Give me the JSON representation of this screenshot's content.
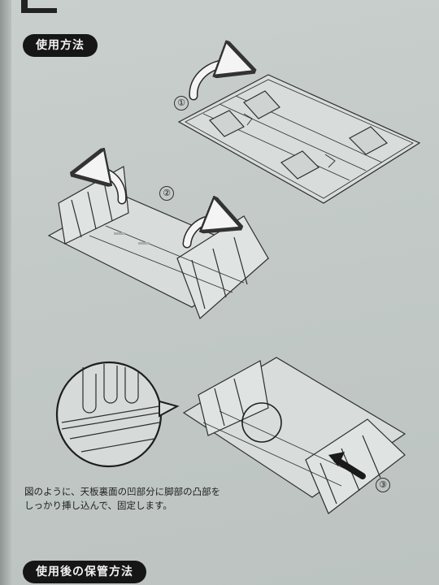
{
  "sections": {
    "usage_title": "使用方法",
    "storage_title": "使用後の保管方法"
  },
  "steps": [
    "①",
    "②",
    "③"
  ],
  "instruction": {
    "line1": "図のように、天板裏面の凹部分に脚部の凸部を",
    "line2": "しっかり挿し込んで、固定します。"
  },
  "colors": {
    "paper": "#c6cccb",
    "ink": "#2a2a2a",
    "label_bg": "#161616",
    "label_text": "#f2f2f2"
  },
  "icons": [
    "rotate-arrow-icon",
    "push-arrow-icon",
    "magnify-callout-icon"
  ]
}
